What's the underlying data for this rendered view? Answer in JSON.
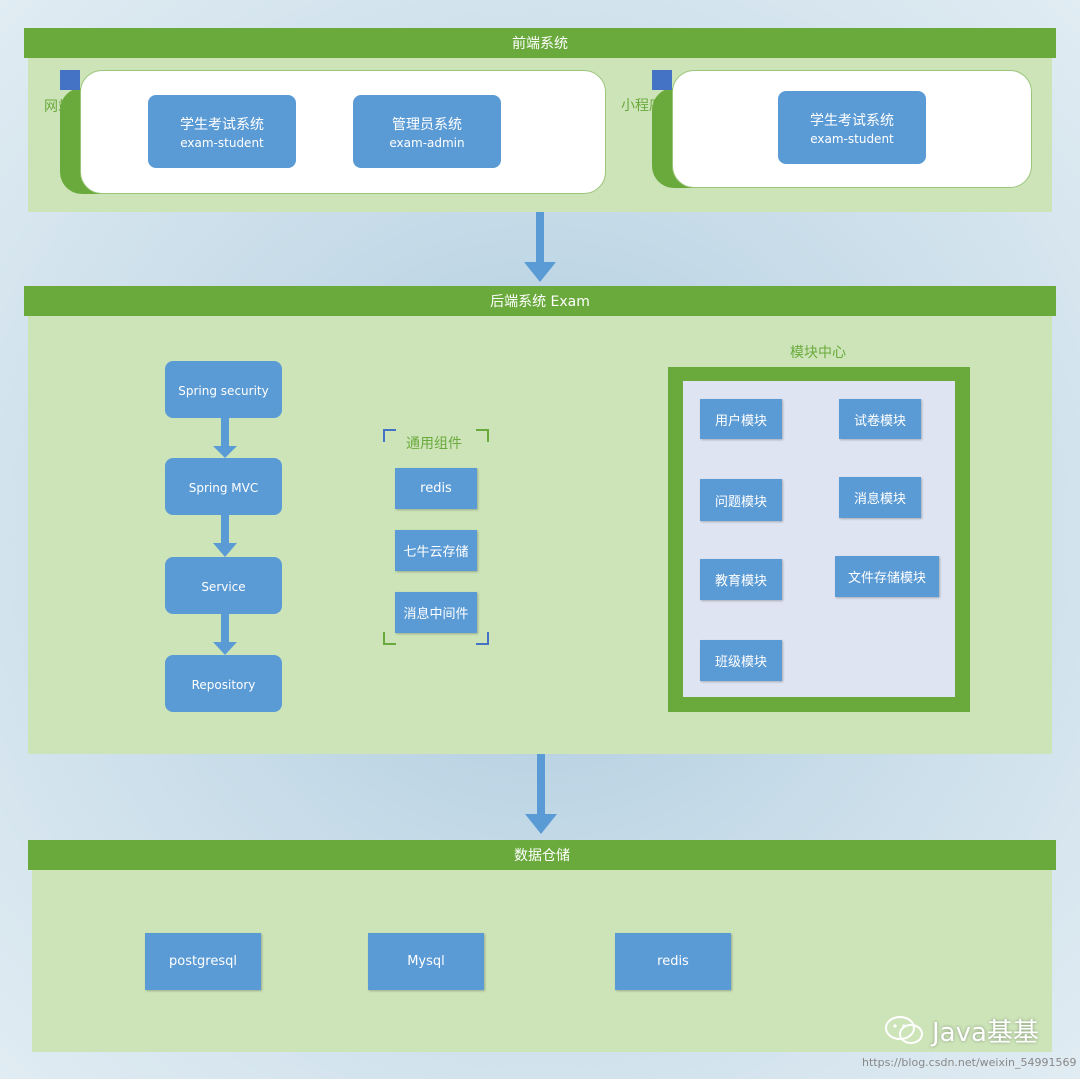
{
  "frontend": {
    "title": "前端系统",
    "website_label": "网站",
    "miniprogram_label": "小程序",
    "web_student": {
      "name": "学生考试系统",
      "code": "exam-student"
    },
    "web_admin": {
      "name": "管理员系统",
      "code": "exam-admin"
    },
    "mini_student": {
      "name": "学生考试系统",
      "code": "exam-student"
    }
  },
  "backend": {
    "title": "后端系统 Exam",
    "stack": [
      "Spring security",
      "Spring MVC",
      "Service",
      "Repository"
    ],
    "common_title": "通用组件",
    "common": [
      "redis",
      "七牛云存储",
      "消息中间件"
    ],
    "modules_title": "模块中心",
    "modules": [
      "用户模块",
      "试卷模块",
      "问题模块",
      "消息模块",
      "教育模块",
      "文件存储模块",
      "班级模块"
    ]
  },
  "storage": {
    "title": "数据仓储",
    "items": [
      "postgresql",
      "Mysql",
      "redis"
    ]
  },
  "watermark": {
    "brand": "Java基基",
    "url": "https://blog.csdn.net/weixin_54991569"
  },
  "colors": {
    "band_green": "#6aaa3c",
    "panel_green": "#cde4b9",
    "node_blue": "#5b9bd5",
    "arrow_blue": "#5b9bd5"
  }
}
